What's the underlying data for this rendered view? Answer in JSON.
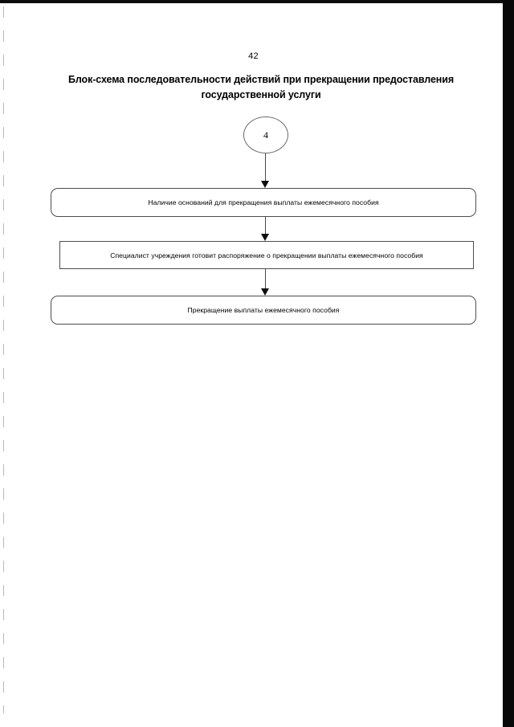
{
  "document": {
    "page_number": "42",
    "title": "Блок-схема последовательности действий при прекращении предоставления государственной услуги"
  },
  "flowchart": {
    "type": "flowchart",
    "orientation": "top-to-bottom",
    "connector": {
      "shape": "circle",
      "label": "4"
    },
    "nodes": [
      {
        "id": "node-1",
        "shape": "rounded-rectangle",
        "label": "Наличие оснований для прекращения выплаты ежемесячного пособия"
      },
      {
        "id": "node-2",
        "shape": "rectangle",
        "label": "Специалист учреждения готовит распоряжение о прекращении выплаты ежемесячного пособия"
      },
      {
        "id": "node-3",
        "shape": "rounded-rectangle",
        "label": "Прекращение выплаты ежемесячного пособия"
      }
    ],
    "edges": [
      {
        "from": "connector",
        "to": "node-1",
        "arrow": "down"
      },
      {
        "from": "node-1",
        "to": "node-2",
        "arrow": "down"
      },
      {
        "from": "node-2",
        "to": "node-3",
        "arrow": "down"
      }
    ],
    "colors": {
      "ink": "#000000",
      "stroke": "#4d4d4d",
      "background": "#ffffff"
    }
  }
}
